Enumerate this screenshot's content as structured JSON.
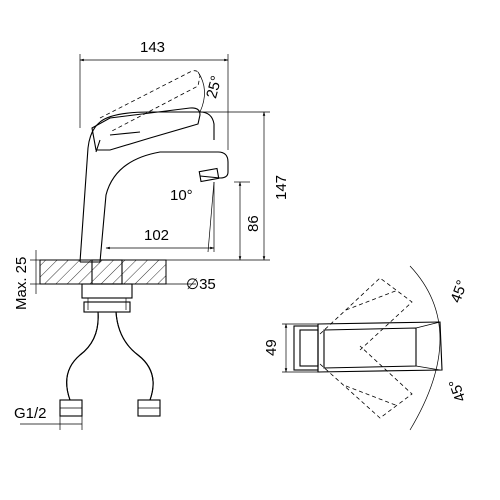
{
  "dimensions": {
    "overall_length": "143",
    "total_height": "147",
    "spout_height": "86",
    "spout_reach": "102",
    "lever_tilt": "25°",
    "spout_angle": "10°",
    "max_deck": "Max. 25",
    "hole_diameter": "∅35",
    "thread": "G1/2",
    "handle_width": "49",
    "swing_upper": "45°",
    "swing_lower": "45°"
  }
}
